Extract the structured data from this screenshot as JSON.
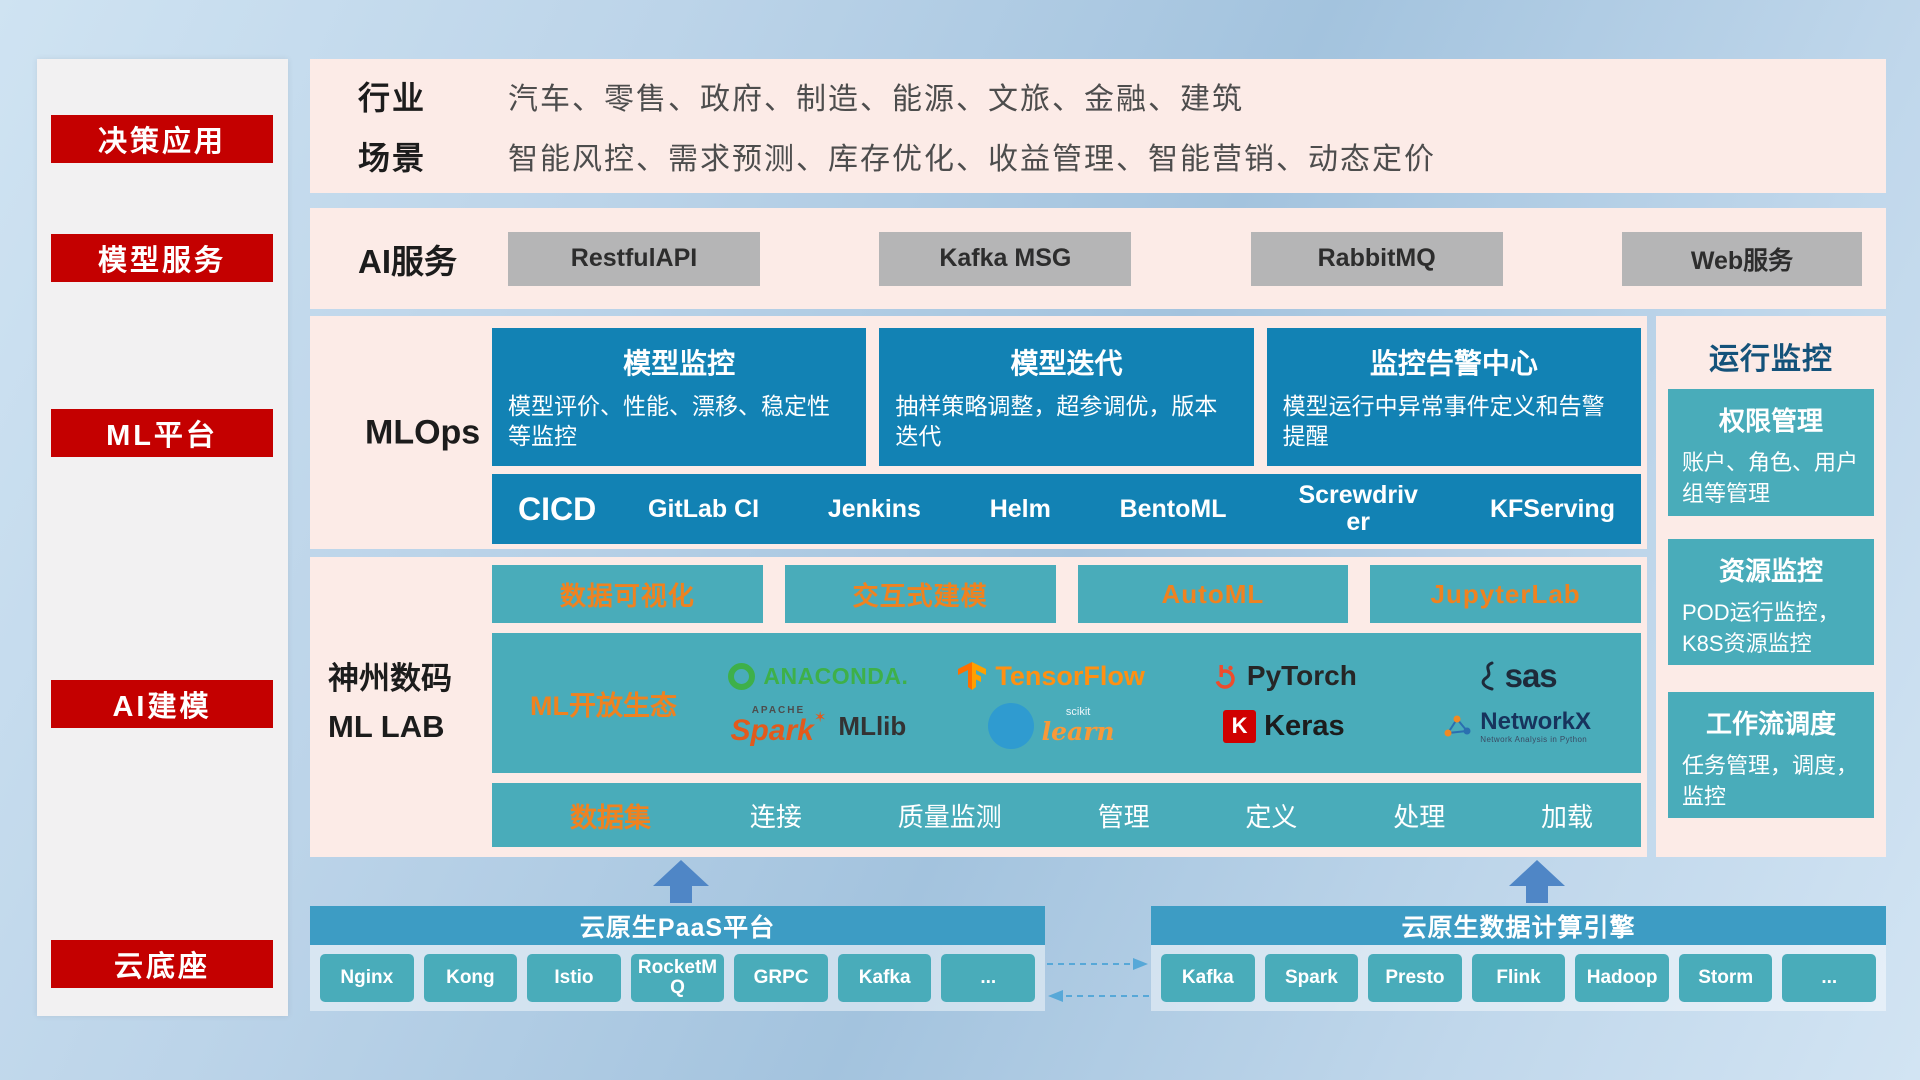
{
  "colors": {
    "accent_red": "#c40000",
    "teal_dark": "#1282b4",
    "teal_mid": "#49acba",
    "header_blue": "#3d9cc4",
    "band_pink": "#fcebe7",
    "orange": "#ef8220",
    "arrow_blue": "#4f86c6"
  },
  "sidebar": {
    "items": [
      "决策应用",
      "模型服务",
      "ML平台",
      "AI建模",
      "云底座"
    ]
  },
  "industry": {
    "rows": [
      {
        "label": "行业",
        "text": "汽车、零售、政府、制造、能源、文旅、金融、建筑"
      },
      {
        "label": "场景",
        "text": "智能风控、需求预测、库存优化、收益管理、智能营销、动态定价"
      }
    ]
  },
  "ai_service": {
    "label": "AI服务",
    "items": [
      "RestfulAPI",
      "Kafka MSG",
      "RabbitMQ",
      "Web服务"
    ]
  },
  "mlops": {
    "label": "MLOps",
    "cards": [
      {
        "title": "模型监控",
        "desc": "模型评价、性能、漂移、稳定性等监控"
      },
      {
        "title": "模型迭代",
        "desc": "抽样策略调整，超参调优，版本迭代"
      },
      {
        "title": "监控告警中心",
        "desc": "模型运行中异常事件定义和告警提醒"
      }
    ],
    "cicd_label": "CICD",
    "cicd_items": [
      "GitLab CI",
      "Jenkins",
      "Helm",
      "BentoML",
      "Screwdriver",
      "KFServing"
    ]
  },
  "mllab": {
    "label_line1": "神州数码",
    "label_line2": "ML LAB",
    "tools": [
      "数据可视化",
      "交互式建模",
      "AutoML",
      "JupyterLab"
    ],
    "eco_label": "ML开放生态",
    "logos": {
      "anaconda": "ANACONDA.",
      "tensorflow": "TensorFlow",
      "pytorch": "PyTorch",
      "sas": "sas",
      "spark_top": "APACHE",
      "spark": "Spark",
      "mllib": "MLlib",
      "sklearn_top": "scikit",
      "sklearn": "learn",
      "keras_initial": "K",
      "keras": "Keras",
      "networkx": "NetworkX",
      "networkx_sub": "Network Analysis in Python"
    },
    "dataset_label": "数据集",
    "dataset_items": [
      "连接",
      "质量监测",
      "管理",
      "定义",
      "处理",
      "加载"
    ]
  },
  "monitor": {
    "title": "运行监控",
    "cards": [
      {
        "title": "权限管理",
        "desc": "账户、角色、用户组等管理"
      },
      {
        "title": "资源监控",
        "desc": "POD运行监控，K8S资源监控"
      },
      {
        "title": "工作流调度",
        "desc": "任务管理，调度，监控"
      }
    ]
  },
  "bottom": {
    "paas_title": "云原生PaaS平台",
    "paas_items": [
      "Nginx",
      "Kong",
      "Istio",
      "RocketMQ",
      "GRPC",
      "Kafka",
      "..."
    ],
    "engine_title": "云原生数据计算引擎",
    "engine_items": [
      "Kafka",
      "Spark",
      "Presto",
      "Flink",
      "Hadoop",
      "Storm",
      "..."
    ]
  },
  "icons": {
    "spark_star": "✶"
  }
}
